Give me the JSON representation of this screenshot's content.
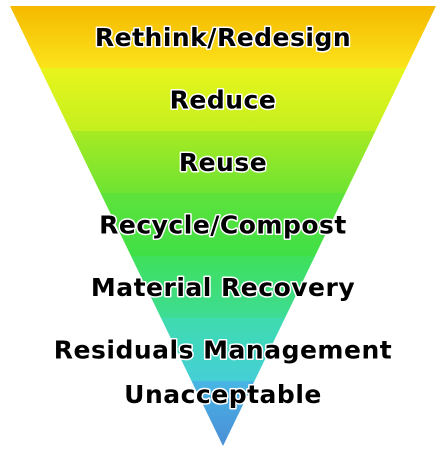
{
  "diagram": {
    "tiers": [
      {
        "label": "Rethink/Redesign",
        "color_top": "#f5b900",
        "color_bottom": "#fbe31a"
      },
      {
        "label": "Reduce",
        "color_top": "#e8f51c",
        "color_bottom": "#c4ef1e"
      },
      {
        "label": "Reuse",
        "color_top": "#a8ea22",
        "color_bottom": "#6ee432"
      },
      {
        "label": "Recycle/Compost",
        "color_top": "#5fe23a",
        "color_bottom": "#3fe047"
      },
      {
        "label": "Material Recovery",
        "color_top": "#3ee05a",
        "color_bottom": "#3edc95"
      },
      {
        "label": "Residuals Management",
        "color_top": "#3edcae",
        "color_bottom": "#45cfd6"
      },
      {
        "label": "Unacceptable",
        "color_top": "#48b6e4",
        "color_bottom": "#4a8ed6"
      }
    ]
  }
}
